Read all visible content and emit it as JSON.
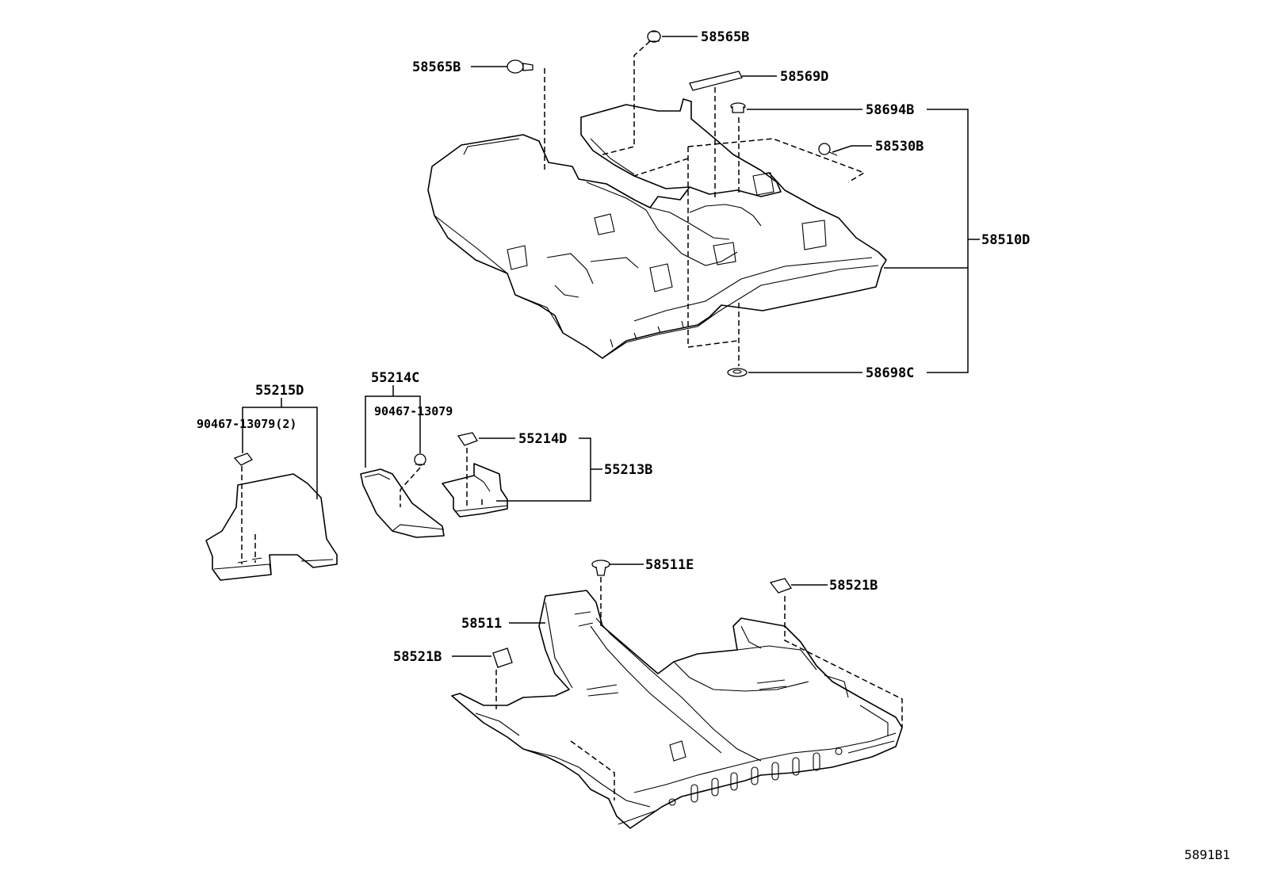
{
  "labels": {
    "l_58565B_top": "58565B",
    "l_58565B_left": "58565B",
    "l_58569D": "58569D",
    "l_58694B": "58694B",
    "l_58530B": "58530B",
    "l_58510D": "58510D",
    "l_58698C": "58698C",
    "l_55215D": "55215D",
    "l_90467_13079_2": "90467-13079(2)",
    "l_55214C": "55214C",
    "l_90467_13079": "90467-13079",
    "l_55214D": "55214D",
    "l_55213B": "55213B",
    "l_58511E": "58511E",
    "l_58521B_right": "58521B",
    "l_58511": "58511",
    "l_58521B_left": "58521B"
  },
  "reference_code": "5891B1"
}
